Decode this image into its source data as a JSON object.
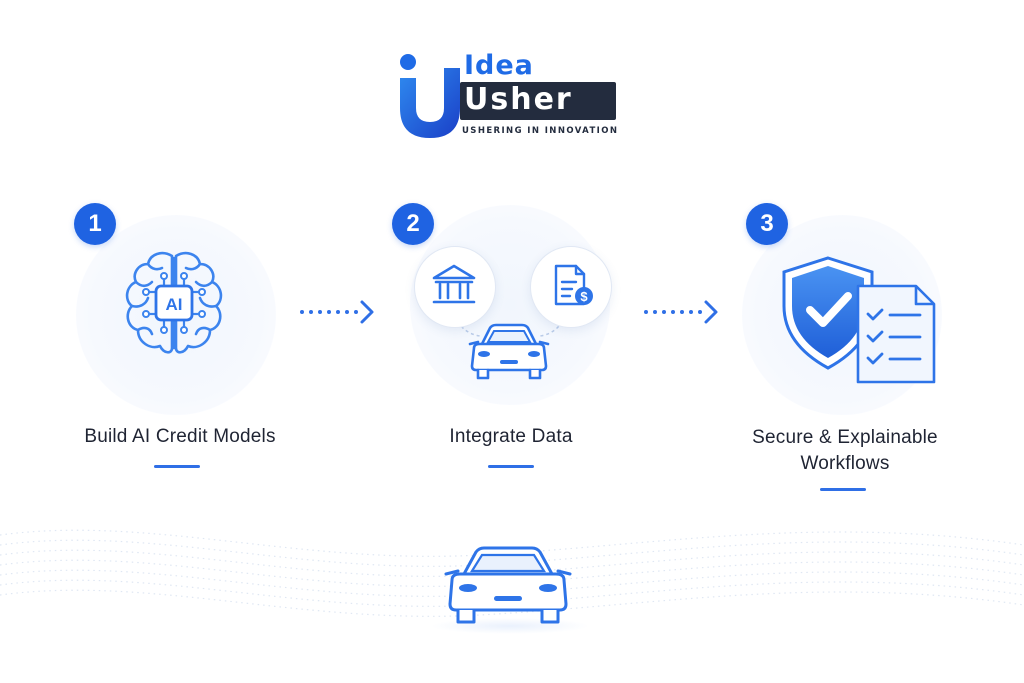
{
  "logo": {
    "word_top": "Idea",
    "word_bottom": "Usher",
    "tagline": "USHERING IN INNOVATION"
  },
  "colors": {
    "accent": "#1f63e2",
    "accent_light": "#3c84ee",
    "text_dark": "#1f2433",
    "logo_dark": "#232c3e"
  },
  "steps": [
    {
      "number": "1",
      "label": "Build AI Credit Models",
      "icon": "ai-brain-icon",
      "icon_text": "AI"
    },
    {
      "number": "2",
      "label": "Integrate Data",
      "icons": [
        "bank-icon",
        "invoice-dollar-icon",
        "car-icon"
      ]
    },
    {
      "number": "3",
      "label_line1": "Secure & Explainable",
      "label_line2": "Workflows",
      "icons": [
        "shield-check-icon",
        "checklist-icon"
      ]
    }
  ],
  "bottom_icon": "car-icon"
}
